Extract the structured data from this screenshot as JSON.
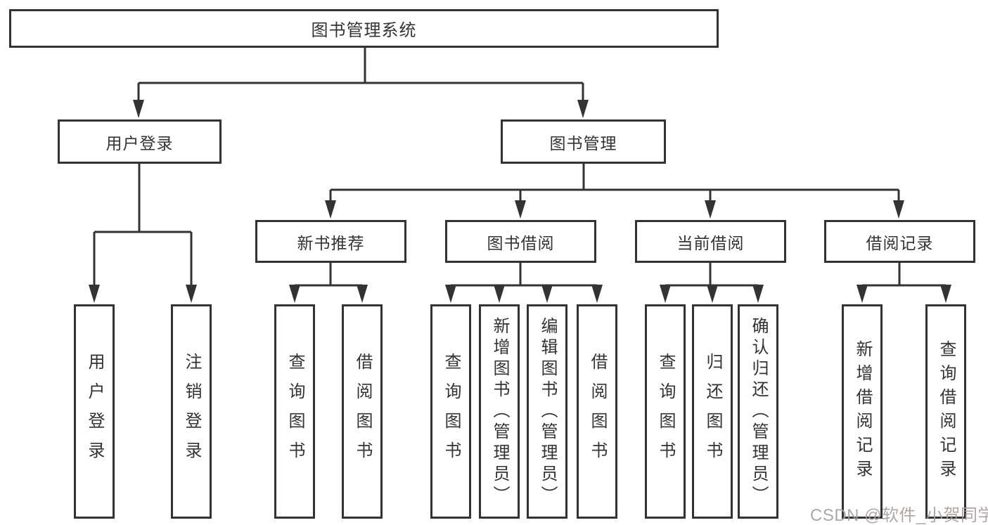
{
  "diagram": {
    "root": "图书管理系统",
    "level2": {
      "user_login": "用户登录",
      "book_mgmt": "图书管理"
    },
    "level3": {
      "new_book_rec": "新书推荐",
      "book_borrow": "图书借阅",
      "current_borrow": "当前借阅",
      "borrow_record": "借阅记录"
    },
    "leaves": {
      "user_login": "用户登录",
      "logout": "注销登录",
      "rec_query_book": "查询图书",
      "rec_borrow_book": "借阅图书",
      "bb_query_book": "查询图书",
      "bb_add_book": "新增图书（管理员）",
      "bb_edit_book": "编辑图书（管理员）",
      "bb_borrow_book": "借阅图书",
      "cb_query_book": "查询图书",
      "cb_return_book": "归还图书",
      "cb_confirm_return": "确认归还（管理员）",
      "br_add_record": "新增借阅记录",
      "br_query_record": "查询借阅记录"
    },
    "watermark": "CSDN @软件_小贺同学"
  },
  "colors": {
    "line": "#333333",
    "text": "#333333",
    "background": "#ffffff",
    "watermark": "#a89d9d"
  }
}
